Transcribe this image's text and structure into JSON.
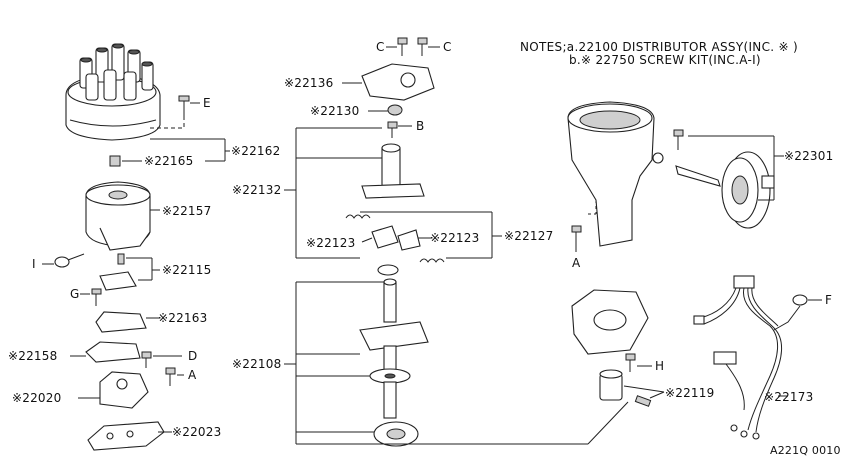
{
  "notes": {
    "line1": "NOTES;a.22100 DISTRIBUTOR ASSY(INC. ※ )",
    "line2": "b.※ 22750   SCREW KIT(INC.A-I)"
  },
  "footer_code": "A221Q 0010",
  "callouts": {
    "p22162": "※22162",
    "p22165": "※22165",
    "p22157": "※22157",
    "p22115": "※22115",
    "p22163": "※22163",
    "p22158": "※22158",
    "p22020": "※22020",
    "p22023": "※22023",
    "p22136": "※22136",
    "p22130": "※22130",
    "p22132": "※22132",
    "p22123a": "※22123",
    "p22123b": "※22123",
    "p22127": "※22127",
    "p22108": "※22108",
    "p22119": "※22119",
    "p22301": "※22301",
    "p22173": "※22173"
  },
  "letters": {
    "E": "E",
    "I": "I",
    "G": "G",
    "D": "D",
    "A1": "A",
    "C1": "C",
    "C2": "C",
    "B": "B",
    "A2": "A",
    "H": "H",
    "F": "F"
  }
}
